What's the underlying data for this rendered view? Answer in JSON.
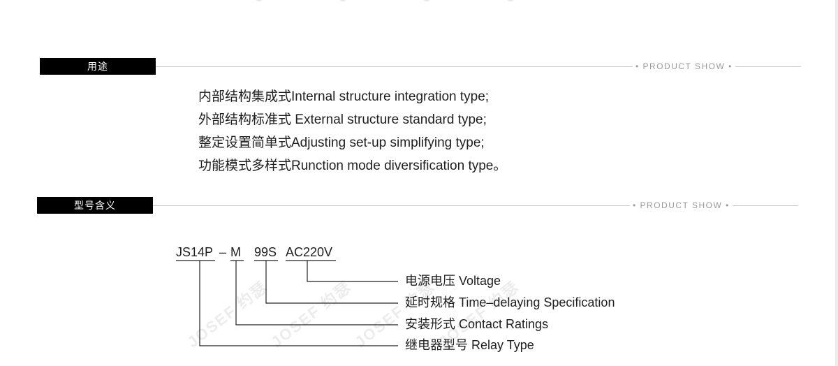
{
  "usage_section": {
    "tab_label": "用途",
    "tag_text": "PRODUCT SHOW",
    "lines": [
      "内部结构集成式Internal structure integration type;",
      "外部结构标准式 External structure standard type;",
      "整定设置简单式Adjusting set-up simplifying type;",
      "功能模式多样式Runction mode diversification type。"
    ]
  },
  "model_section": {
    "tab_label": "型号含义",
    "tag_text": "PRODUCT SHOW",
    "code_parts": [
      "JS14P",
      "M",
      "99S",
      "AC220V"
    ],
    "separator": "–",
    "labels": [
      "电源电压 Voltage",
      "延时规格 Time–delaying Specification",
      "安装形式 Contact Ratings",
      "继电器型号 Relay Type"
    ],
    "watermark": "JOSEF 约瑟"
  },
  "colors": {
    "tab_bg": "#000000",
    "tab_text": "#ffffff",
    "rule": "#c8c8c8",
    "tag_text": "#9a9a9a"
  }
}
